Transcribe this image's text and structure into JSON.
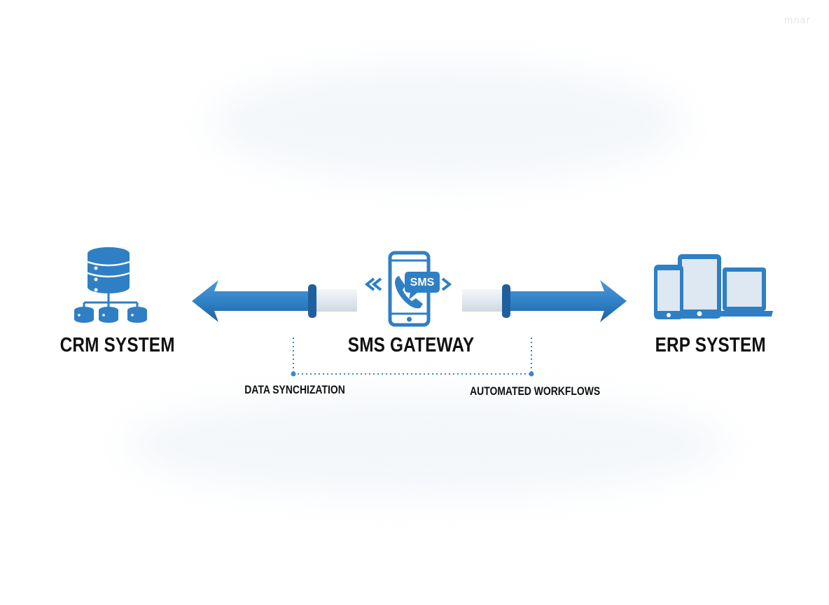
{
  "watermark": "mnar",
  "nodes": {
    "crm": {
      "label": "CRM SYSTEM"
    },
    "gateway": {
      "label": "SMS GATEWAY",
      "badge": "SMS"
    },
    "erp": {
      "label": "ERP SYSTEM"
    }
  },
  "connections": {
    "left": {
      "label": "DATA SYNCHIZATION"
    },
    "right": {
      "label": "AUTOMATED WORKFLOWS"
    }
  },
  "colors": {
    "primary": "#2f7fc4",
    "primary_dark": "#1f5f9e",
    "pipe_light": "#e6ecf2",
    "dot": "#3a88c8",
    "text": "#111111"
  }
}
